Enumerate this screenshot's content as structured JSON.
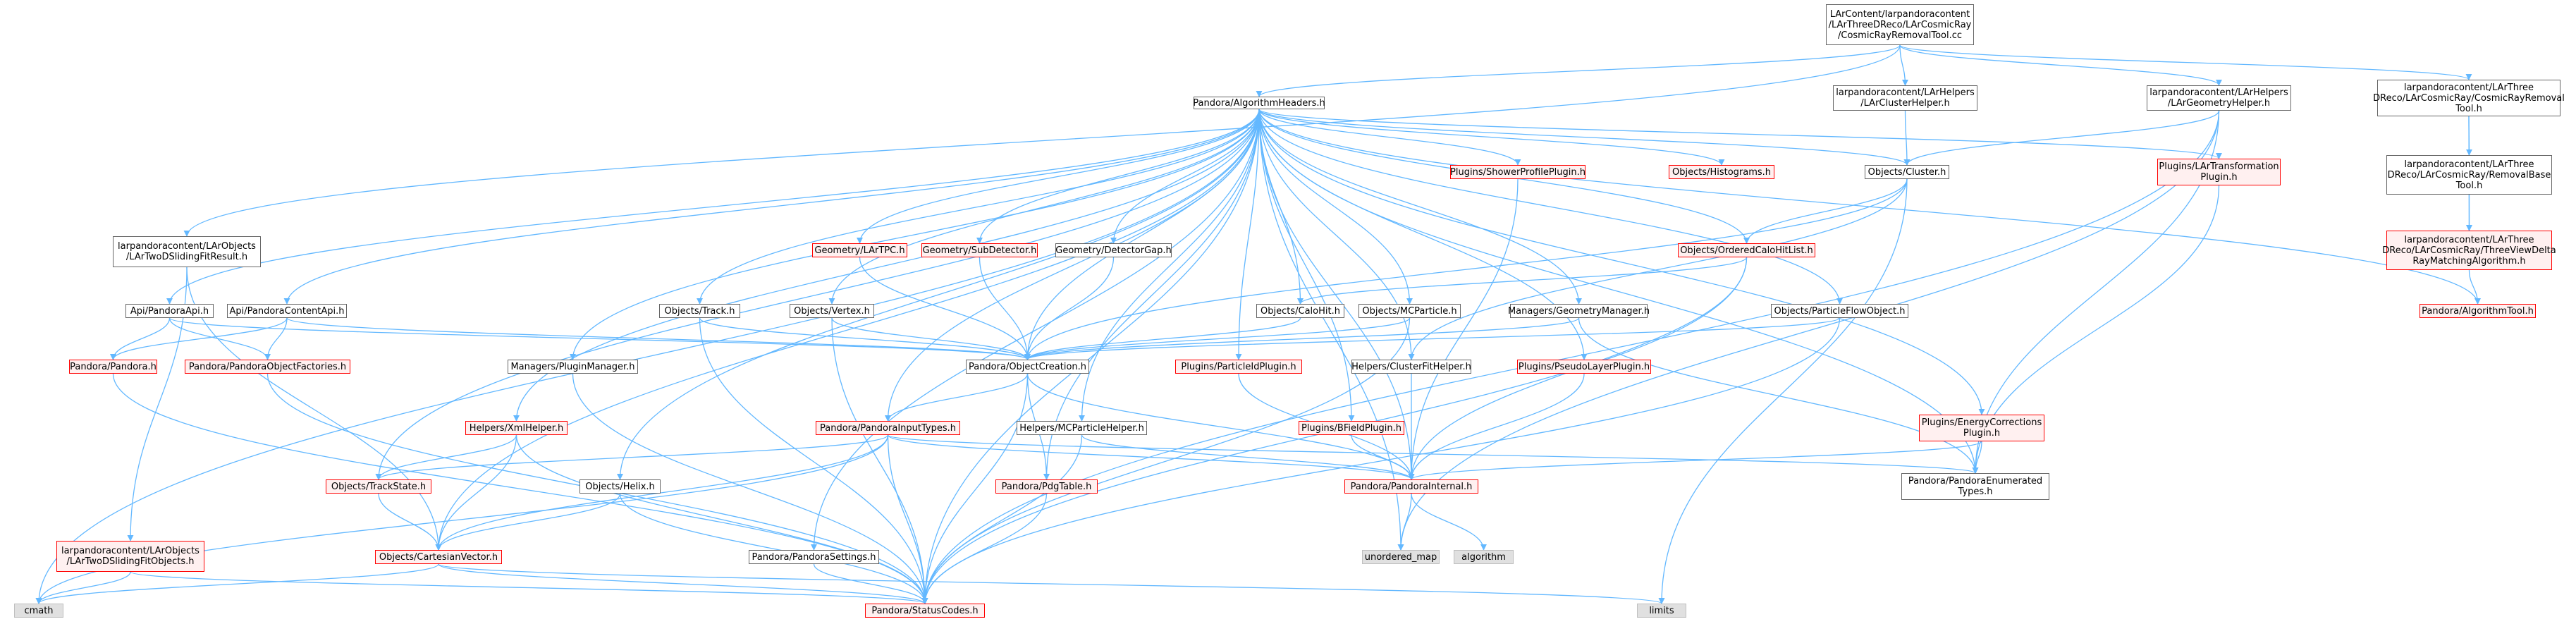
{
  "diagram": {
    "type": "include-dependency-graph",
    "colors": {
      "edge": "#63b8ff",
      "normal_border": "#666666",
      "missing_border": "#ff0000",
      "missing_fill": "#fff0f0",
      "system_fill": "#e0e0e0",
      "root_fill": "#999999"
    },
    "nodes": [
      {
        "id": "root",
        "label": "LArContent/larpandoracontent\n/LArThreeDReco/LArCosmicRay\n/CosmicRayRemovalTool.cc",
        "style": "root"
      },
      {
        "id": "alg_headers",
        "label": "Pandora/AlgorithmHeaders.h",
        "style": "normal"
      },
      {
        "id": "cluster_helper",
        "label": "larpandoracontent/LArHelpers\n/LArClusterHelper.h",
        "style": "normal"
      },
      {
        "id": "geometry_helper",
        "label": "larpandoracontent/LArHelpers\n/LArGeometryHelper.h",
        "style": "normal"
      },
      {
        "id": "cr_removal_tool_h",
        "label": "larpandoracontent/LArThree\nDReco/LArCosmicRay/CosmicRayRemoval\nTool.h",
        "style": "normal"
      },
      {
        "id": "sliding_fit_result",
        "label": "larpandoracontent/LArObjects\n/LArTwoDSlidingFitResult.h",
        "style": "normal"
      },
      {
        "id": "shower_profile",
        "label": "Plugins/ShowerProfilePlugin.h",
        "style": "red"
      },
      {
        "id": "histograms",
        "label": "Objects/Histograms.h",
        "style": "red"
      },
      {
        "id": "cluster",
        "label": "Objects/Cluster.h",
        "style": "normal"
      },
      {
        "id": "transformation",
        "label": "Plugins/LArTransformation\nPlugin.h",
        "style": "red"
      },
      {
        "id": "removal_base",
        "label": "larpandoracontent/LArThree\nDReco/LArCosmicRay/RemovalBase\nTool.h",
        "style": "normal"
      },
      {
        "id": "delta_ray",
        "label": "larpandoracontent/LArThree\nDReco/LArCosmicRay/ThreeViewDelta\nRayMatchingAlgorithm.h",
        "style": "red"
      },
      {
        "id": "lar_tpc",
        "label": "Geometry/LArTPC.h",
        "style": "red"
      },
      {
        "id": "sub_detector",
        "label": "Geometry/SubDetector.h",
        "style": "red"
      },
      {
        "id": "detector_gap",
        "label": "Geometry/DetectorGap.h",
        "style": "normal"
      },
      {
        "id": "ordered_calo",
        "label": "Objects/OrderedCaloHitList.h",
        "style": "red"
      },
      {
        "id": "algorithm_tool",
        "label": "Pandora/AlgorithmTool.h",
        "style": "red"
      },
      {
        "id": "pandora_api",
        "label": "Api/PandoraApi.h",
        "style": "normal"
      },
      {
        "id": "content_api",
        "label": "Api/PandoraContentApi.h",
        "style": "normal"
      },
      {
        "id": "track",
        "label": "Objects/Track.h",
        "style": "normal"
      },
      {
        "id": "vertex",
        "label": "Objects/Vertex.h",
        "style": "normal"
      },
      {
        "id": "calo_hit",
        "label": "Objects/CaloHit.h",
        "style": "normal"
      },
      {
        "id": "mc_particle",
        "label": "Objects/MCParticle.h",
        "style": "normal"
      },
      {
        "id": "geometry_manager",
        "label": "Managers/GeometryManager.h",
        "style": "normal"
      },
      {
        "id": "pfo",
        "label": "Objects/ParticleFlowObject.h",
        "style": "normal"
      },
      {
        "id": "pandora_h",
        "label": "Pandora/Pandora.h",
        "style": "red"
      },
      {
        "id": "factories",
        "label": "Pandora/PandoraObjectFactories.h",
        "style": "red"
      },
      {
        "id": "plugin_manager",
        "label": "Managers/PluginManager.h",
        "style": "normal"
      },
      {
        "id": "object_creation",
        "label": "Pandora/ObjectCreation.h",
        "style": "normal"
      },
      {
        "id": "particle_id",
        "label": "Plugins/ParticleIdPlugin.h",
        "style": "red"
      },
      {
        "id": "cluster_fit_helper",
        "label": "Helpers/ClusterFitHelper.h",
        "style": "normal"
      },
      {
        "id": "pseudo_layer",
        "label": "Plugins/PseudoLayerPlugin.h",
        "style": "red"
      },
      {
        "id": "xml_helper",
        "label": "Helpers/XmlHelper.h",
        "style": "red"
      },
      {
        "id": "input_types",
        "label": "Pandora/PandoraInputTypes.h",
        "style": "red"
      },
      {
        "id": "mc_particle_helper",
        "label": "Helpers/MCParticleHelper.h",
        "style": "normal"
      },
      {
        "id": "bfield",
        "label": "Plugins/BFieldPlugin.h",
        "style": "red"
      },
      {
        "id": "energy_corrections",
        "label": "Plugins/EnergyCorrections\nPlugin.h",
        "style": "red"
      },
      {
        "id": "track_state",
        "label": "Objects/TrackState.h",
        "style": "red"
      },
      {
        "id": "pdg_table",
        "label": "Pandora/PdgTable.h",
        "style": "red"
      },
      {
        "id": "pandora_internal",
        "label": "Pandora/PandoraInternal.h",
        "style": "red"
      },
      {
        "id": "enumerated_types",
        "label": "Pandora/PandoraEnumerated\nTypes.h",
        "style": "normal"
      },
      {
        "id": "helix",
        "label": "Objects/Helix.h",
        "style": "normal"
      },
      {
        "id": "sliding_fit_objects",
        "label": "larpandoracontent/LArObjects\n/LArTwoDSlidingFitObjects.h",
        "style": "red"
      },
      {
        "id": "cartesian_vector",
        "label": "Objects/CartesianVector.h",
        "style": "red"
      },
      {
        "id": "pandora_settings",
        "label": "Pandora/PandoraSettings.h",
        "style": "normal"
      },
      {
        "id": "unordered_map",
        "label": "unordered_map",
        "style": "gray"
      },
      {
        "id": "algorithm",
        "label": "algorithm",
        "style": "gray"
      },
      {
        "id": "cmath",
        "label": "cmath",
        "style": "gray"
      },
      {
        "id": "status_codes",
        "label": "Pandora/StatusCodes.h",
        "style": "red"
      },
      {
        "id": "limits",
        "label": "limits",
        "style": "gray"
      }
    ],
    "edges": [
      [
        "root",
        "alg_headers"
      ],
      [
        "root",
        "cluster_helper"
      ],
      [
        "root",
        "geometry_helper"
      ],
      [
        "root",
        "cr_removal_tool_h"
      ],
      [
        "root",
        "sliding_fit_result"
      ],
      [
        "alg_headers",
        "shower_profile"
      ],
      [
        "alg_headers",
        "histograms"
      ],
      [
        "alg_headers",
        "cluster"
      ],
      [
        "alg_headers",
        "transformation"
      ],
      [
        "alg_headers",
        "lar_tpc"
      ],
      [
        "alg_headers",
        "sub_detector"
      ],
      [
        "alg_headers",
        "detector_gap"
      ],
      [
        "alg_headers",
        "ordered_calo"
      ],
      [
        "alg_headers",
        "algorithm_tool"
      ],
      [
        "alg_headers",
        "pandora_api"
      ],
      [
        "alg_headers",
        "content_api"
      ],
      [
        "alg_headers",
        "track"
      ],
      [
        "alg_headers",
        "vertex"
      ],
      [
        "alg_headers",
        "calo_hit"
      ],
      [
        "alg_headers",
        "mc_particle"
      ],
      [
        "alg_headers",
        "geometry_manager"
      ],
      [
        "alg_headers",
        "pfo"
      ],
      [
        "alg_headers",
        "plugin_manager"
      ],
      [
        "alg_headers",
        "object_creation"
      ],
      [
        "alg_headers",
        "particle_id"
      ],
      [
        "alg_headers",
        "cluster_fit_helper"
      ],
      [
        "alg_headers",
        "pseudo_layer"
      ],
      [
        "alg_headers",
        "xml_helper"
      ],
      [
        "alg_headers",
        "input_types"
      ],
      [
        "alg_headers",
        "mc_particle_helper"
      ],
      [
        "alg_headers",
        "bfield"
      ],
      [
        "alg_headers",
        "energy_corrections"
      ],
      [
        "alg_headers",
        "track_state"
      ],
      [
        "alg_headers",
        "pdg_table"
      ],
      [
        "alg_headers",
        "pandora_internal"
      ],
      [
        "alg_headers",
        "enumerated_types"
      ],
      [
        "alg_headers",
        "helix"
      ],
      [
        "alg_headers",
        "cartesian_vector"
      ],
      [
        "alg_headers",
        "pandora_settings"
      ],
      [
        "alg_headers",
        "unordered_map"
      ],
      [
        "alg_headers",
        "cmath"
      ],
      [
        "alg_headers",
        "status_codes"
      ],
      [
        "cluster_helper",
        "cluster"
      ],
      [
        "geometry_helper",
        "cluster"
      ],
      [
        "geometry_helper",
        "enumerated_types"
      ],
      [
        "geometry_helper",
        "status_codes"
      ],
      [
        "geometry_helper",
        "unordered_map"
      ],
      [
        "cr_removal_tool_h",
        "removal_base"
      ],
      [
        "cr_removal_tool_h",
        "delta_ray"
      ],
      [
        "removal_base",
        "delta_ray"
      ],
      [
        "delta_ray",
        "algorithm_tool"
      ],
      [
        "sliding_fit_result",
        "sliding_fit_objects"
      ],
      [
        "sliding_fit_result",
        "cartesian_vector"
      ],
      [
        "cluster",
        "ordered_calo"
      ],
      [
        "cluster",
        "cluster_fit_helper"
      ],
      [
        "cluster",
        "object_creation"
      ],
      [
        "cluster",
        "limits"
      ],
      [
        "ordered_calo",
        "calo_hit"
      ],
      [
        "ordered_calo",
        "pandora_internal"
      ],
      [
        "ordered_calo",
        "status_codes"
      ],
      [
        "pandora_api",
        "pandora_h"
      ],
      [
        "pandora_api",
        "factories"
      ],
      [
        "pandora_api",
        "object_creation"
      ],
      [
        "content_api",
        "pandora_h"
      ],
      [
        "content_api",
        "factories"
      ],
      [
        "content_api",
        "object_creation"
      ],
      [
        "track",
        "object_creation"
      ],
      [
        "track",
        "status_codes"
      ],
      [
        "vertex",
        "object_creation"
      ],
      [
        "vertex",
        "status_codes"
      ],
      [
        "calo_hit",
        "object_creation"
      ],
      [
        "mc_particle",
        "object_creation"
      ],
      [
        "mc_particle",
        "status_codes"
      ],
      [
        "geometry_manager",
        "object_creation"
      ],
      [
        "geometry_manager",
        "enumerated_types"
      ],
      [
        "pfo",
        "object_creation"
      ],
      [
        "pfo",
        "status_codes"
      ],
      [
        "lar_tpc",
        "object_creation"
      ],
      [
        "sub_detector",
        "object_creation"
      ],
      [
        "detector_gap",
        "object_creation"
      ],
      [
        "shower_profile",
        "pandora_internal"
      ],
      [
        "transformation",
        "enumerated_types"
      ],
      [
        "pandora_h",
        "status_codes"
      ],
      [
        "factories",
        "status_codes"
      ],
      [
        "plugin_manager",
        "status_codes"
      ],
      [
        "object_creation",
        "input_types"
      ],
      [
        "object_creation",
        "pdg_table"
      ],
      [
        "object_creation",
        "pandora_internal"
      ],
      [
        "object_creation",
        "status_codes"
      ],
      [
        "particle_id",
        "pandora_internal"
      ],
      [
        "cluster_fit_helper",
        "pandora_internal"
      ],
      [
        "pseudo_layer",
        "pandora_internal"
      ],
      [
        "bfield",
        "pandora_internal"
      ],
      [
        "energy_corrections",
        "pandora_internal"
      ],
      [
        "energy_corrections",
        "enumerated_types"
      ],
      [
        "xml_helper",
        "track_state"
      ],
      [
        "xml_helper",
        "cartesian_vector"
      ],
      [
        "xml_helper",
        "status_codes"
      ],
      [
        "input_types",
        "track_state"
      ],
      [
        "input_types",
        "cartesian_vector"
      ],
      [
        "input_types",
        "pandora_internal"
      ],
      [
        "input_types",
        "enumerated_types"
      ],
      [
        "input_types",
        "status_codes"
      ],
      [
        "input_types",
        "cmath"
      ],
      [
        "mc_particle_helper",
        "pandora_internal"
      ],
      [
        "mc_particle_helper",
        "status_codes"
      ],
      [
        "track_state",
        "cartesian_vector"
      ],
      [
        "helix",
        "cartesian_vector"
      ],
      [
        "helix",
        "status_codes"
      ],
      [
        "pdg_table",
        "status_codes"
      ],
      [
        "pandora_internal",
        "unordered_map"
      ],
      [
        "pandora_internal",
        "algorithm"
      ],
      [
        "sliding_fit_objects",
        "cmath"
      ],
      [
        "sliding_fit_objects",
        "status_codes"
      ],
      [
        "cartesian_vector",
        "cmath"
      ],
      [
        "cartesian_vector",
        "status_codes"
      ],
      [
        "cartesian_vector",
        "limits"
      ],
      [
        "pandora_settings",
        "status_codes"
      ]
    ]
  }
}
